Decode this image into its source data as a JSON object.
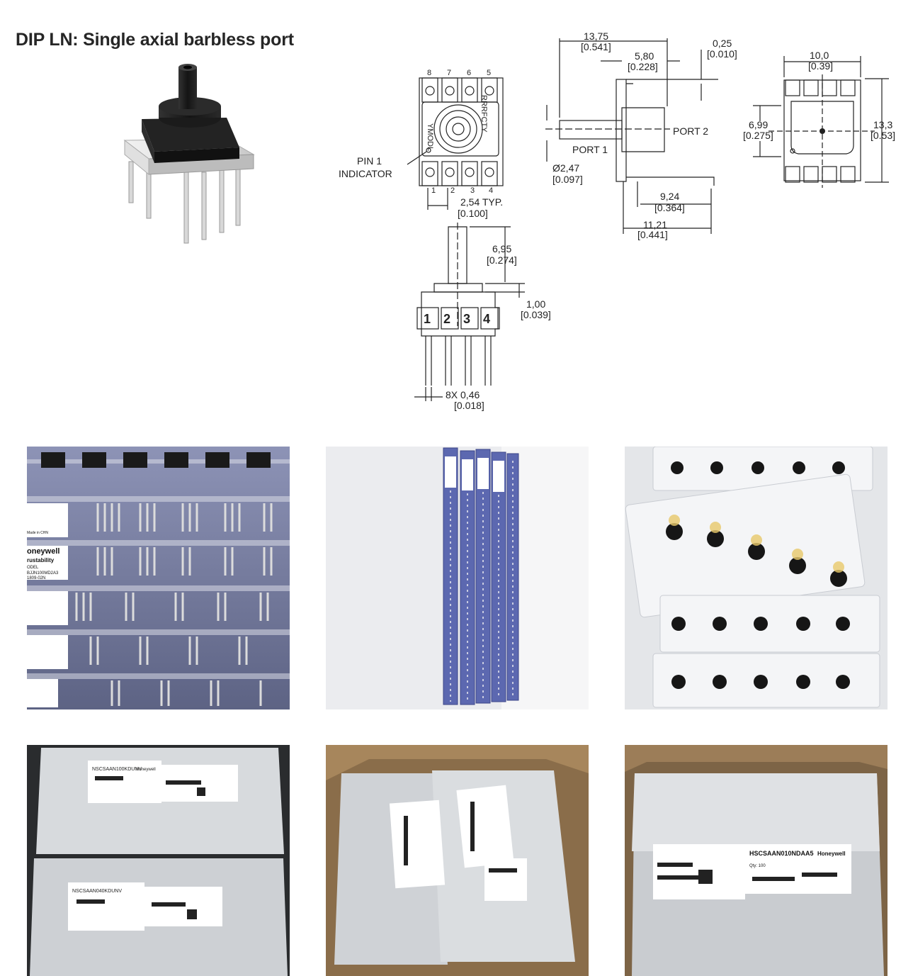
{
  "header": {
    "title": "DIP LN: Single axial barbless port"
  },
  "top_view": {
    "pins_top": [
      "8",
      "7",
      "6",
      "5"
    ],
    "pins_bottom": [
      "1",
      "2",
      "3",
      "4"
    ],
    "pin1_line1": "PIN 1",
    "pin1_line2": "INDICATOR",
    "pitch": "2,54 TYP.",
    "pitch_in": "[0.100]"
  },
  "side_view": {
    "len": "13,75",
    "len_in": "[0.541]",
    "flange": "5,80",
    "flange_in": "[0.228]",
    "thick": "0,25",
    "thick_in": "[0.010]",
    "port2": "PORT 2",
    "port1": "PORT 1",
    "dia": "Ø2,47",
    "dia_in": "[0.097]",
    "body": "9,24",
    "body_in": "[0.364]",
    "overall": "11,21",
    "overall_in": "[0.441]"
  },
  "end_view": {
    "width": "10,0",
    "width_in": "[0.39]",
    "height": "13,3",
    "height_in": "[0.53]",
    "center": "6,99",
    "center_in": "[0.275]"
  },
  "front_view": {
    "pins": [
      "1",
      "2",
      "3",
      "4"
    ],
    "port": "6,95",
    "port_in": "[0.274]",
    "step": "1,00",
    "step_in": "[0.039]",
    "lead": "8X 0,46",
    "lead_in": "[0.018]"
  },
  "photos": {
    "tray_labels": [
      "oneywell",
      "rustability",
      "ODEL",
      "BJJN100MD2A3",
      "1809-02N",
      "Made in CHN"
    ],
    "bag_labels": [
      "NSCSAAN100KDUNV",
      "Honeywell",
      "NSCSAAN040KDUNV",
      "HSCSAAN010NDAA5",
      "Qty: 100"
    ]
  },
  "colors": {
    "line": "#222222",
    "title": "#262626",
    "foil": "#c9ccd0",
    "box": "#8a6d4a"
  }
}
